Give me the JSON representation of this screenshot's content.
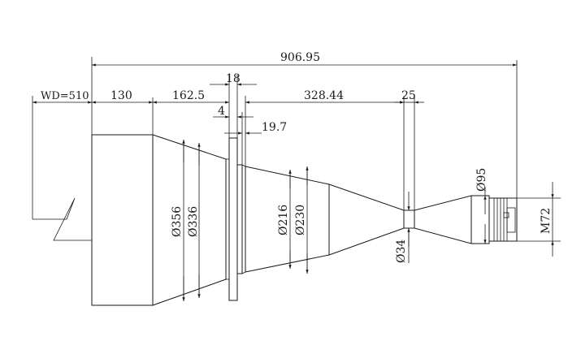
{
  "dimensions": {
    "overall_length": "906.95",
    "working_distance": "WD=510",
    "front_barrel_length": "130",
    "front_cone_length": "162.5",
    "flange_width": "18",
    "flange_gap": "4",
    "flange_step": "19.7",
    "rear_taper_length": "328.44",
    "neck_length": "25",
    "front_outer_diameter": "Ø356",
    "front_inner_diameter": "Ø336",
    "mid_inner_diameter": "Ø216",
    "mid_outer_diameter": "Ø230",
    "neck_diameter": "Ø34",
    "rear_diameter": "Ø95",
    "mount_thread": "M72"
  }
}
